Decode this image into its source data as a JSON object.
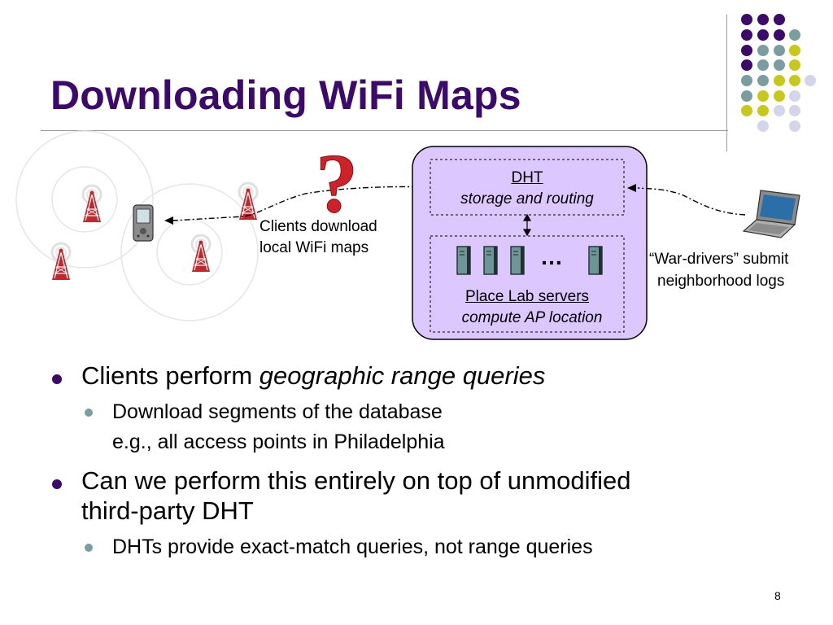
{
  "slide": {
    "title": "Downloading WiFi Maps",
    "page_number": "8"
  },
  "diagram": {
    "dht_label": "DHT",
    "dht_sub": "storage and routing",
    "servers_label": "Place Lab servers",
    "servers_sub": "compute AP location",
    "ellipsis": "…",
    "clients_line1": "Clients download",
    "clients_line2": "local WiFi maps",
    "wardrivers_line1": "“War-drivers” submit",
    "wardrivers_line2": "neighborhood logs",
    "question_mark": "?",
    "icons": [
      "radio-tower-icon",
      "pda-icon",
      "server-icon",
      "laptop-icon",
      "question-mark-icon"
    ],
    "colors": {
      "purple": "#3b0a6b",
      "box_fill": "#dcc8ff",
      "tower_red": "#c0282e",
      "question_red": "#d0202a",
      "teal": "#7a9ea0",
      "olive": "#c8c81a",
      "lavender": "#d4d4ea"
    }
  },
  "bullets": [
    {
      "text_plain": "Clients perform ",
      "text_italic": "geographic range queries",
      "sub": [
        {
          "line1": "Download segments of the database",
          "line2": "e.g., all access points in Philadelphia"
        }
      ]
    },
    {
      "line1": "Can we perform this entirely on top of unmodified",
      "line2": "third-party DHT",
      "sub": [
        {
          "line1": "DHTs provide exact-match queries, not range queries"
        }
      ]
    }
  ]
}
